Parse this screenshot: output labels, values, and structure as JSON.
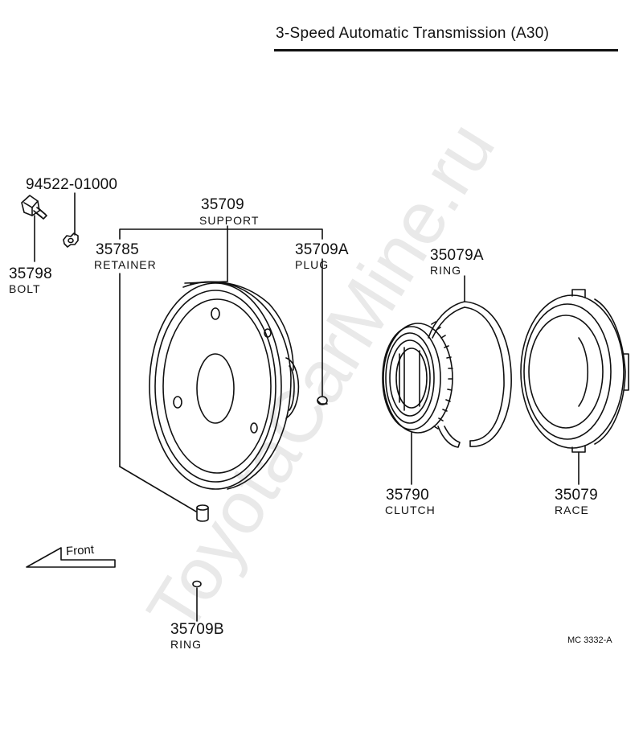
{
  "title": "3-Speed Automatic Transmission (A30)",
  "diagram_code": "MC 3332-A",
  "watermark": "ToyotaCarMine.ru",
  "front_label": "Front",
  "parts": {
    "bolt": {
      "number": "35798",
      "name": "BOLT"
    },
    "washer": {
      "number": "94522-01000"
    },
    "support": {
      "number": "35709",
      "name": "SUPPORT"
    },
    "retainer": {
      "number": "35785",
      "name": "RETAINER"
    },
    "plug": {
      "number": "35709A",
      "name": "PLUG"
    },
    "ring_a": {
      "number": "35079A",
      "name": "RING"
    },
    "clutch": {
      "number": "35790",
      "name": "CLUTCH"
    },
    "race": {
      "number": "35079",
      "name": "RACE"
    },
    "ring_b": {
      "number": "35709B",
      "name": "RING"
    }
  }
}
